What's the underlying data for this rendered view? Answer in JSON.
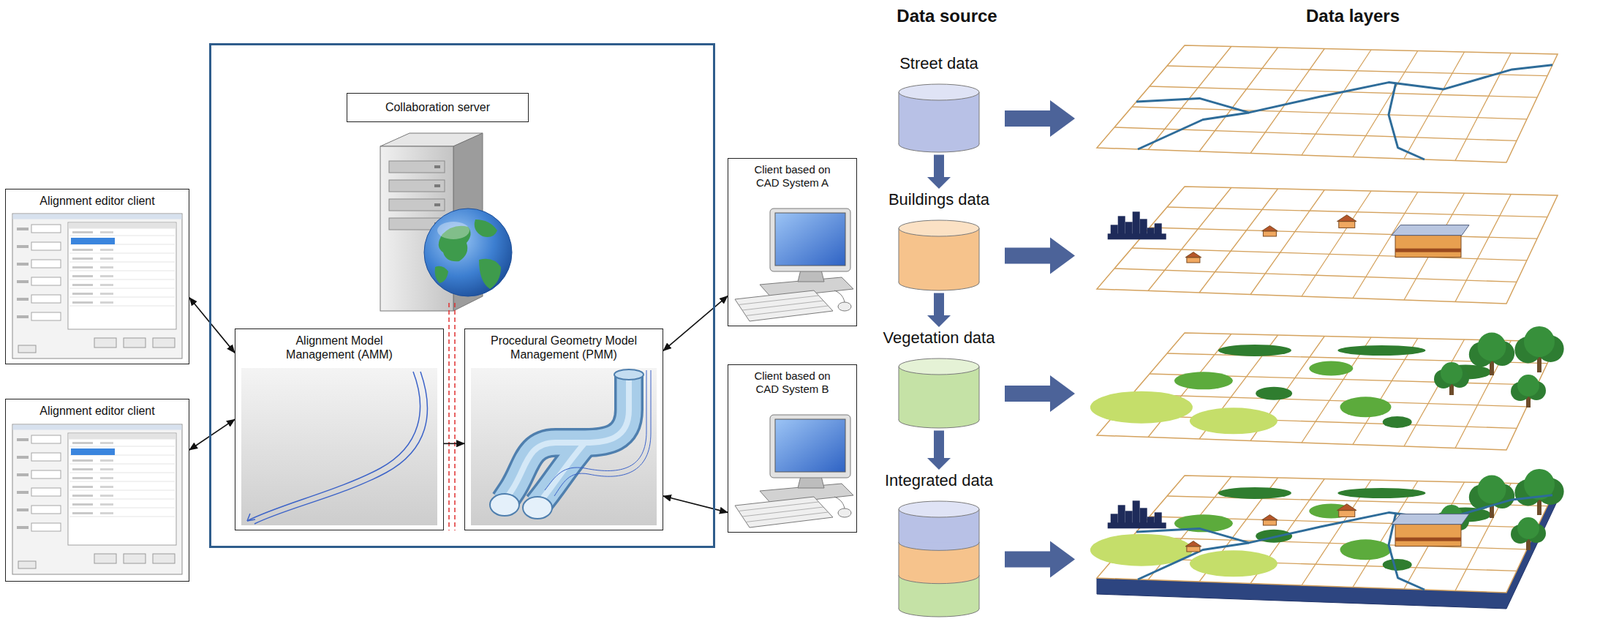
{
  "diagram": {
    "nodes": [
      {
        "text": [
          "Alignment editor client"
        ]
      },
      {
        "text": [
          "Alignment editor client"
        ]
      },
      {
        "text": [
          "Collaboration server"
        ]
      },
      {
        "text": [
          "Alignment Model Management (AMM)"
        ],
        "in": 2
      },
      {
        "text": [
          "Procedural Geometry Model Management (PMM)"
        ],
        "in": 2
      },
      {
        "text": [
          "Client based on CAD System A"
        ]
      },
      {
        "text": [
          "Client based on CAD System B"
        ]
      },
      {
        "text": [
          "Street data"
        ]
      },
      {
        "text": [
          "Buildings data"
        ]
      },
      {
        "text": [
          "Vegetation data"
        ]
      },
      {
        "text": [
          "Integrated data"
        ]
      }
    ],
    "edges": [
      {
        "from": 0,
        "to": 3,
        "arrow": "both"
      },
      {
        "from": 1,
        "to": 3,
        "arrow": "both"
      },
      {
        "from": 3,
        "to": 4,
        "arrow": "to"
      },
      {
        "from": 4,
        "to": 5,
        "arrow": "both"
      },
      {
        "from": 4,
        "to": 6,
        "arrow": "both"
      },
      {
        "from": 7,
        "to": 8,
        "arrow": "to"
      },
      {
        "from": 8,
        "to": 9,
        "arrow": "to"
      },
      {
        "from": 9,
        "to": 10,
        "arrow": "to"
      }
    ],
    "labels": [
      "Data source",
      "Data layers"
    ]
  }
}
